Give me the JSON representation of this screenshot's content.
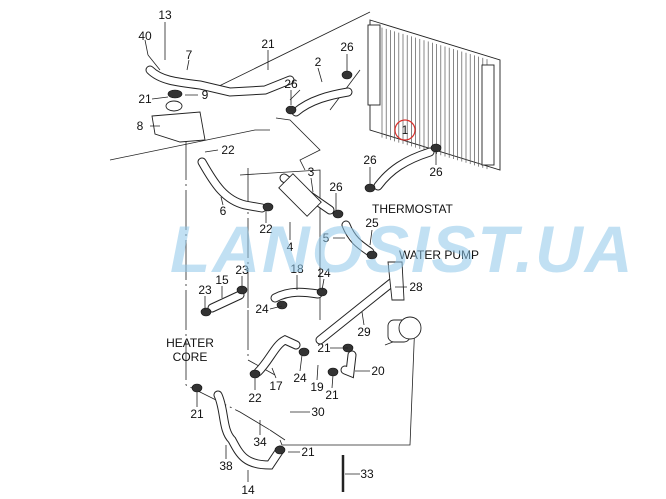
{
  "watermark": "LANOSIST.UA",
  "annotations": {
    "thermostat": "THERMOSTAT",
    "water_pump": "WATER PUMP",
    "heater_core_line1": "HEATER",
    "heater_core_line2": "CORE"
  },
  "highlighted_part": {
    "number": "1",
    "color": "#d9302c"
  },
  "callouts": [
    "13",
    "40",
    "7",
    "21",
    "26",
    "2",
    "26",
    "21",
    "9",
    "8",
    "22",
    "26",
    "26",
    "3",
    "26",
    "6",
    "22",
    "25",
    "4",
    "5",
    "18",
    "24",
    "23",
    "15",
    "23",
    "28",
    "24",
    "29",
    "21",
    "17",
    "24",
    "19",
    "21",
    "20",
    "22",
    "21",
    "30",
    "34",
    "21",
    "38",
    "33",
    "14"
  ]
}
